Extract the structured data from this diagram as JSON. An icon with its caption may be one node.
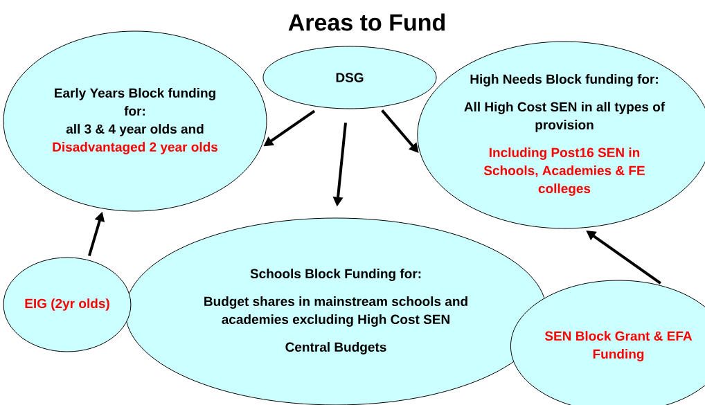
{
  "diagram": {
    "title": "Areas to Fund",
    "nodes": [
      {
        "text": [
          "DSG"
        ]
      },
      {
        "text": [
          "Early Years Block funding for:",
          "all 3 & 4 year olds and",
          "Disadvantaged 2 year olds"
        ]
      },
      {
        "text": [
          "High Needs Block funding for:",
          "All High Cost SEN in all types of provision",
          "Including Post16 SEN in Schools, Academies & FE colleges"
        ]
      },
      {
        "text": [
          "Schools Block Funding for:",
          "Budget shares in mainstream schools and academies excluding High Cost SEN",
          "Central Budgets"
        ]
      },
      {
        "text": [
          "EIG (2yr olds)"
        ]
      },
      {
        "text": [
          "SEN Block Grant & EFA Funding"
        ]
      }
    ],
    "edges": [
      {
        "from": 0,
        "to": 1,
        "arrow": "to"
      },
      {
        "from": 0,
        "to": 3,
        "arrow": "to"
      },
      {
        "from": 0,
        "to": 2,
        "arrow": "to"
      },
      {
        "from": 4,
        "to": 1,
        "arrow": "to"
      },
      {
        "from": 5,
        "to": 2,
        "arrow": "to"
      }
    ]
  }
}
